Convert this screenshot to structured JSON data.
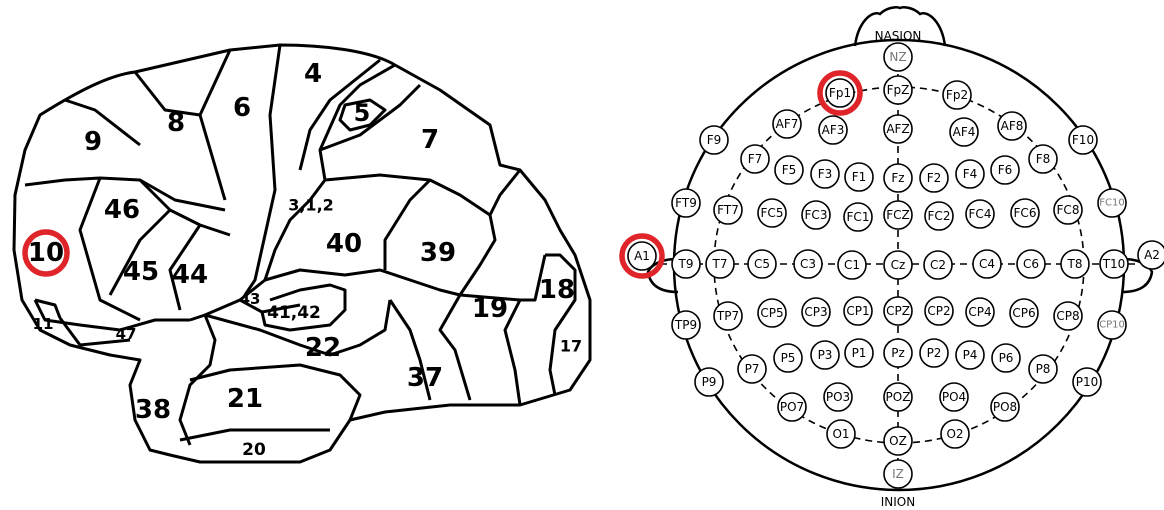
{
  "brain_areas": [
    {
      "id": "4",
      "label": "4"
    },
    {
      "id": "6",
      "label": "6"
    },
    {
      "id": "8",
      "label": "8"
    },
    {
      "id": "9",
      "label": "9"
    },
    {
      "id": "5",
      "label": "5"
    },
    {
      "id": "7",
      "label": "7"
    },
    {
      "id": "46",
      "label": "46"
    },
    {
      "id": "3-1-2",
      "label": "3,1,2"
    },
    {
      "id": "10",
      "label": "10"
    },
    {
      "id": "45",
      "label": "45"
    },
    {
      "id": "44",
      "label": "44"
    },
    {
      "id": "40",
      "label": "40"
    },
    {
      "id": "39",
      "label": "39"
    },
    {
      "id": "43",
      "label": "43"
    },
    {
      "id": "41-42",
      "label": "41,42"
    },
    {
      "id": "11",
      "label": "11"
    },
    {
      "id": "47",
      "label": "47"
    },
    {
      "id": "22",
      "label": "22"
    },
    {
      "id": "19",
      "label": "19"
    },
    {
      "id": "18",
      "label": "18"
    },
    {
      "id": "17",
      "label": "17"
    },
    {
      "id": "38",
      "label": "38"
    },
    {
      "id": "21",
      "label": "21"
    },
    {
      "id": "37",
      "label": "37"
    },
    {
      "id": "20",
      "label": "20"
    }
  ],
  "highlighted_area": "10",
  "landmarks": {
    "top": "NASION",
    "bottom": "INION"
  },
  "electrodes": [
    {
      "id": "NZ",
      "label": "NZ"
    },
    {
      "id": "Fp1",
      "label": "Fp1"
    },
    {
      "id": "FpZ",
      "label": "FpZ"
    },
    {
      "id": "Fp2",
      "label": "Fp2"
    },
    {
      "id": "AF7",
      "label": "AF7"
    },
    {
      "id": "AF3",
      "label": "AF3"
    },
    {
      "id": "AFZ",
      "label": "AFZ"
    },
    {
      "id": "AF4",
      "label": "AF4"
    },
    {
      "id": "AF8",
      "label": "AF8"
    },
    {
      "id": "F9",
      "label": "F9"
    },
    {
      "id": "F7",
      "label": "F7"
    },
    {
      "id": "F5",
      "label": "F5"
    },
    {
      "id": "F3",
      "label": "F3"
    },
    {
      "id": "F1",
      "label": "F1"
    },
    {
      "id": "Fz",
      "label": "Fz"
    },
    {
      "id": "F2",
      "label": "F2"
    },
    {
      "id": "F4",
      "label": "F4"
    },
    {
      "id": "F6",
      "label": "F6"
    },
    {
      "id": "F8",
      "label": "F8"
    },
    {
      "id": "F10",
      "label": "F10"
    },
    {
      "id": "FT9",
      "label": "FT9"
    },
    {
      "id": "FT7",
      "label": "FT7"
    },
    {
      "id": "FC5",
      "label": "FC5"
    },
    {
      "id": "FC3",
      "label": "FC3"
    },
    {
      "id": "FC1",
      "label": "FC1"
    },
    {
      "id": "FCZ",
      "label": "FCZ"
    },
    {
      "id": "FC2",
      "label": "FC2"
    },
    {
      "id": "FC4",
      "label": "FC4"
    },
    {
      "id": "FC6",
      "label": "FC6"
    },
    {
      "id": "FC8",
      "label": "FC8"
    },
    {
      "id": "FC10",
      "label": "FC10"
    },
    {
      "id": "A1",
      "label": "A1"
    },
    {
      "id": "T9",
      "label": "T9"
    },
    {
      "id": "T7",
      "label": "T7"
    },
    {
      "id": "C5",
      "label": "C5"
    },
    {
      "id": "C3",
      "label": "C3"
    },
    {
      "id": "C1",
      "label": "C1"
    },
    {
      "id": "Cz",
      "label": "Cz"
    },
    {
      "id": "C2",
      "label": "C2"
    },
    {
      "id": "C4",
      "label": "C4"
    },
    {
      "id": "C6",
      "label": "C6"
    },
    {
      "id": "T8",
      "label": "T8"
    },
    {
      "id": "T10",
      "label": "T10"
    },
    {
      "id": "A2",
      "label": "A2"
    },
    {
      "id": "TP9",
      "label": "TP9"
    },
    {
      "id": "TP7",
      "label": "TP7"
    },
    {
      "id": "CP5",
      "label": "CP5"
    },
    {
      "id": "CP3",
      "label": "CP3"
    },
    {
      "id": "CP1",
      "label": "CP1"
    },
    {
      "id": "CPZ",
      "label": "CPZ"
    },
    {
      "id": "CP2",
      "label": "CP2"
    },
    {
      "id": "CP4",
      "label": "CP4"
    },
    {
      "id": "CP6",
      "label": "CP6"
    },
    {
      "id": "CP8",
      "label": "CP8"
    },
    {
      "id": "CP10",
      "label": "CP10"
    },
    {
      "id": "P9",
      "label": "P9"
    },
    {
      "id": "P7",
      "label": "P7"
    },
    {
      "id": "P5",
      "label": "P5"
    },
    {
      "id": "P3",
      "label": "P3"
    },
    {
      "id": "P1",
      "label": "P1"
    },
    {
      "id": "Pz",
      "label": "Pz"
    },
    {
      "id": "P2",
      "label": "P2"
    },
    {
      "id": "P4",
      "label": "P4"
    },
    {
      "id": "P6",
      "label": "P6"
    },
    {
      "id": "P8",
      "label": "P8"
    },
    {
      "id": "P10",
      "label": "P10"
    },
    {
      "id": "PO7",
      "label": "PO7"
    },
    {
      "id": "PO3",
      "label": "PO3"
    },
    {
      "id": "POZ",
      "label": "POZ"
    },
    {
      "id": "PO4",
      "label": "PO4"
    },
    {
      "id": "PO8",
      "label": "PO8"
    },
    {
      "id": "O1",
      "label": "O1"
    },
    {
      "id": "OZ",
      "label": "OZ"
    },
    {
      "id": "O2",
      "label": "O2"
    },
    {
      "id": "IZ",
      "label": "IZ"
    }
  ],
  "highlighted_electrodes": [
    "Fp1",
    "A1"
  ],
  "colors": {
    "highlight": "#e0252a",
    "line": "#000000",
    "background": "#ffffff"
  }
}
